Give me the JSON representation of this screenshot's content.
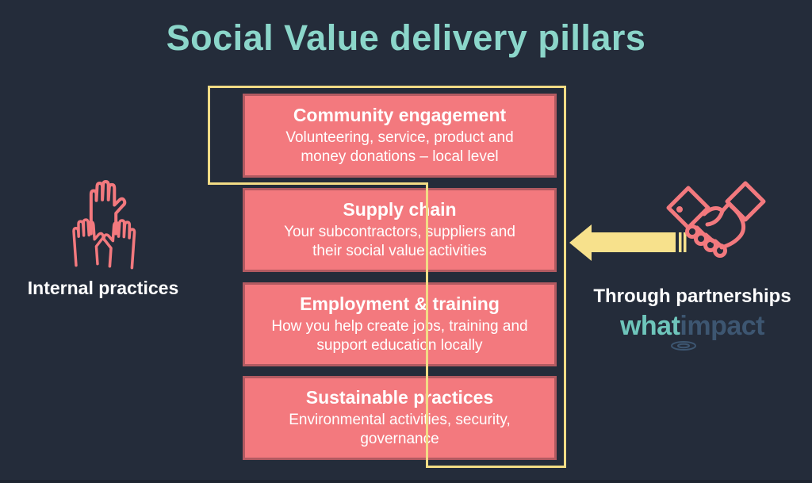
{
  "title": "Social Value delivery pillars",
  "pillars": [
    {
      "heading": "Community engagement",
      "body": "Volunteering, service, product and\nmoney donations – local level"
    },
    {
      "heading": "Supply chain",
      "body": "Your subcontractors, suppliers and\ntheir social value activities"
    },
    {
      "heading": "Employment & training",
      "body": "How you help create jobs, training and\nsupport education locally"
    },
    {
      "heading": "Sustainable practices",
      "body": "Environmental activities, security,\ngovernance"
    }
  ],
  "left_label": "Internal practices",
  "right_label": "Through partnerships",
  "logo": {
    "part1": "what",
    "part2": "impact"
  },
  "icons": {
    "left": "raised-hands-icon",
    "right": "handshake-icon",
    "arrow": "left-arrow-icon",
    "logo": "ripple-icon"
  },
  "colors": {
    "background": "#242c3a",
    "title": "#8bd6ca",
    "pillar_fill": "#f3797e",
    "pillar_border": "#b25a61",
    "highlight_yellow": "#f2dc85",
    "icon_pink": "#f3797e",
    "text_white": "#ffffff",
    "logo_what": "#6ec5bb",
    "logo_impact": "#3d5671"
  }
}
